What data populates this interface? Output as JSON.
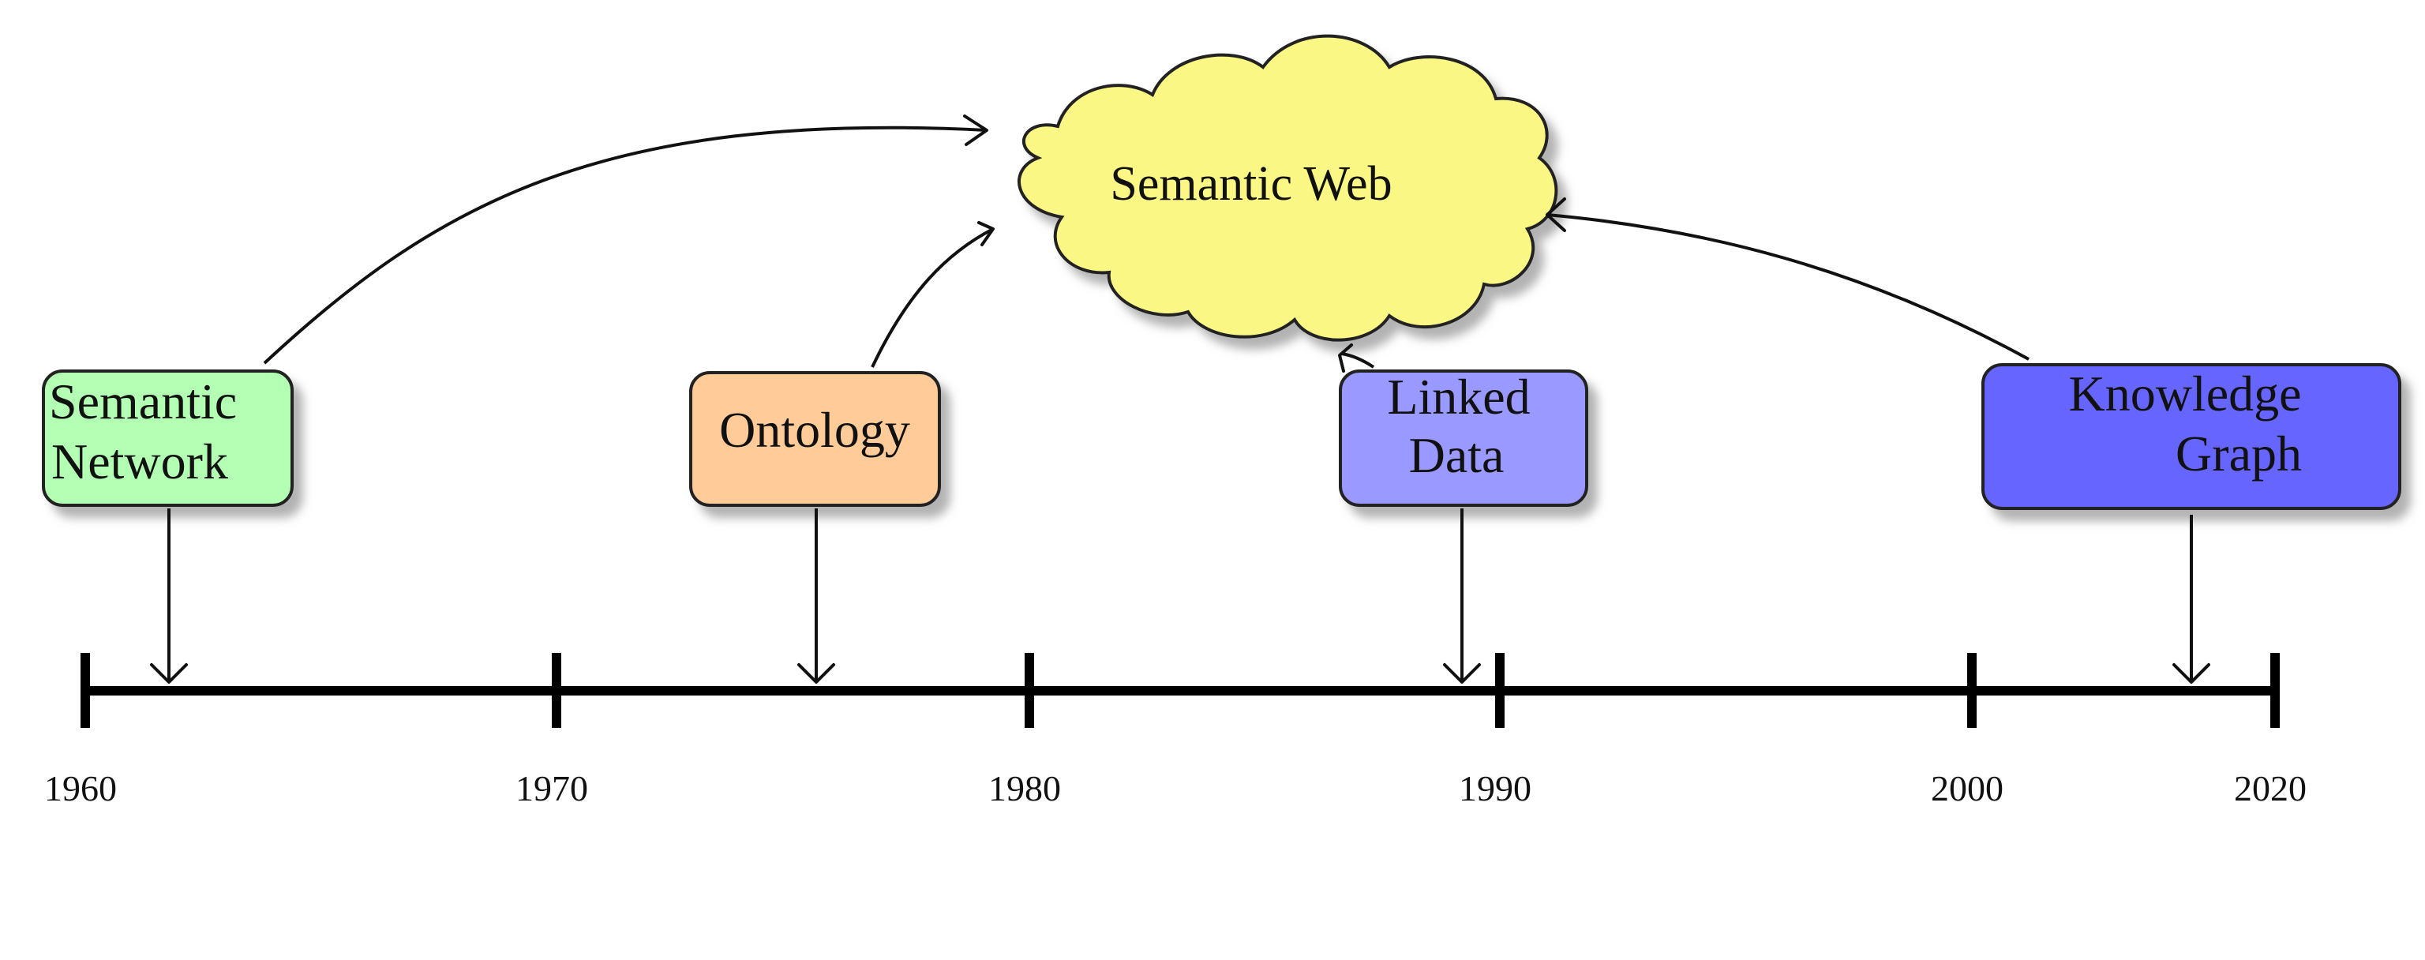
{
  "timeline": {
    "ticks": [
      "1960",
      "1970",
      "1980",
      "1990",
      "2000",
      "2020"
    ]
  },
  "cloud": {
    "label": "Semantic Web",
    "fill": "#FAF785"
  },
  "nodes": [
    {
      "id": "semantic-network",
      "lines": [
        "Semantic",
        "Network"
      ],
      "fill": "#B3FFB3"
    },
    {
      "id": "ontology",
      "lines": [
        "Ontology"
      ],
      "fill": "#FFCC99"
    },
    {
      "id": "linked-data",
      "lines": [
        "Linked",
        "Data"
      ],
      "fill": "#9999FF"
    },
    {
      "id": "knowledge-graph",
      "lines": [
        "Knowledge",
        "Graph"
      ],
      "fill": "#6666FF"
    }
  ]
}
